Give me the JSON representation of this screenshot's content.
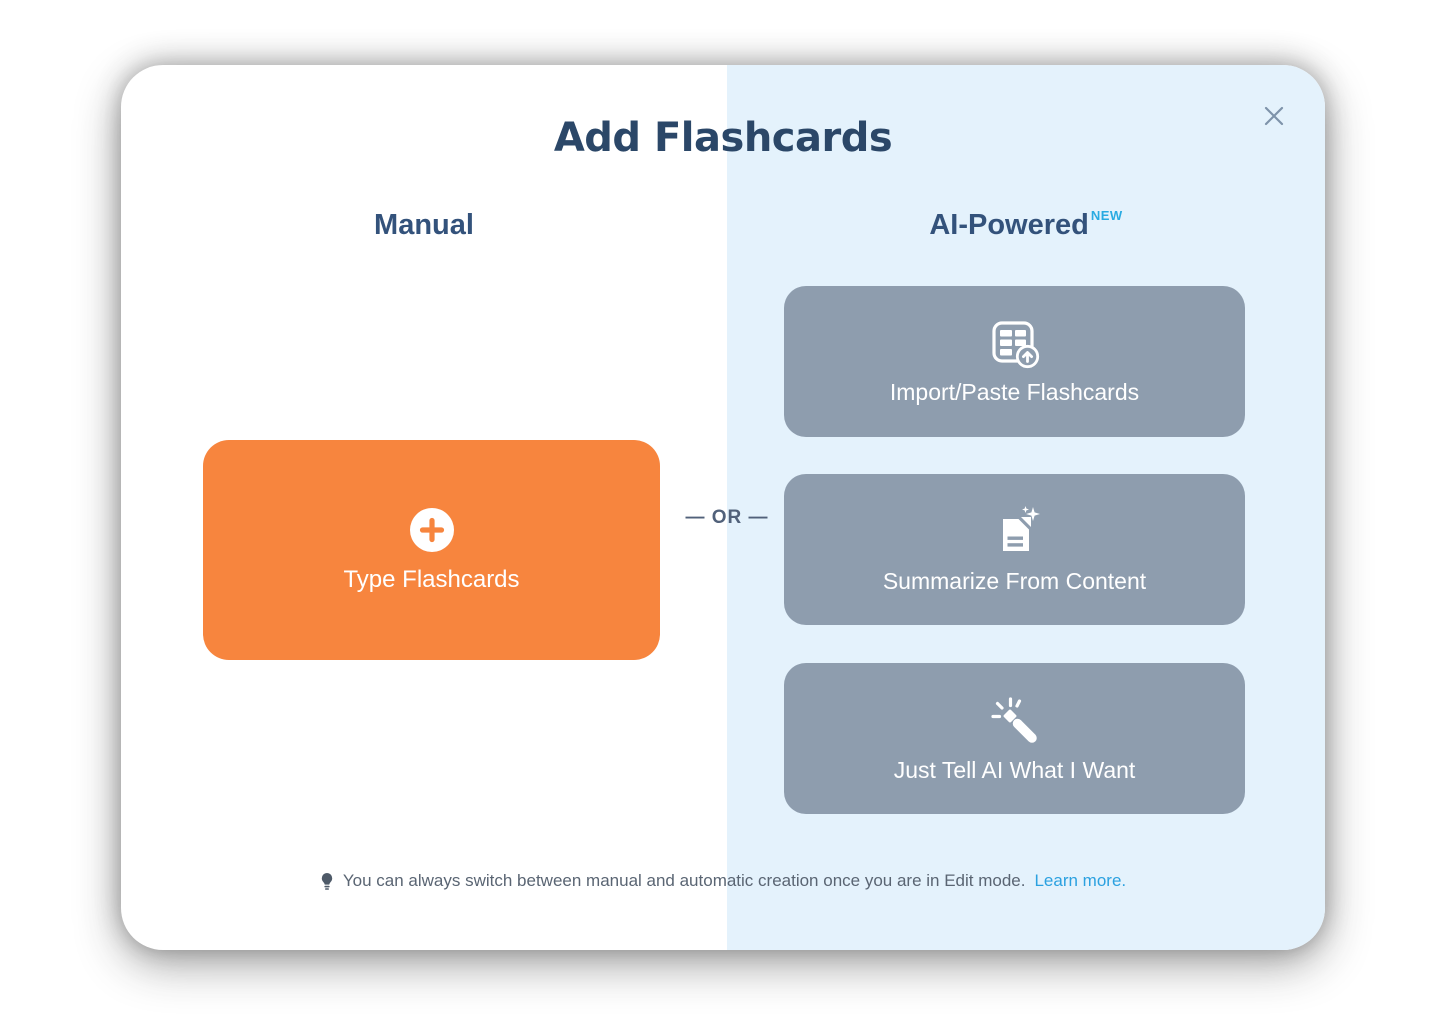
{
  "dialog": {
    "title": "Add Flashcards",
    "manual_column": {
      "heading": "Manual",
      "type_button_label": "Type Flashcards"
    },
    "ai_column": {
      "heading": "AI-Powered",
      "badge": "NEW",
      "buttons": [
        {
          "label": "Import/Paste Flashcards",
          "icon": "table-upload-icon"
        },
        {
          "label": "Summarize From Content",
          "icon": "document-sparkles-icon"
        },
        {
          "label": "Just Tell AI What I Want",
          "icon": "magic-wand-icon"
        }
      ]
    },
    "separator_label": "— OR —",
    "footer": {
      "tip_text": "You can always switch between manual and automatic creation once you are in Edit mode.",
      "link_label": "Learn more."
    },
    "colors": {
      "accent_orange": "#f7853e",
      "ai_button_gray": "#8e9dae",
      "ai_panel_blue": "#e4f2fc",
      "heading_navy": "#33527b",
      "badge_blue": "#29abe2",
      "link_blue": "#2ba1e0"
    }
  }
}
